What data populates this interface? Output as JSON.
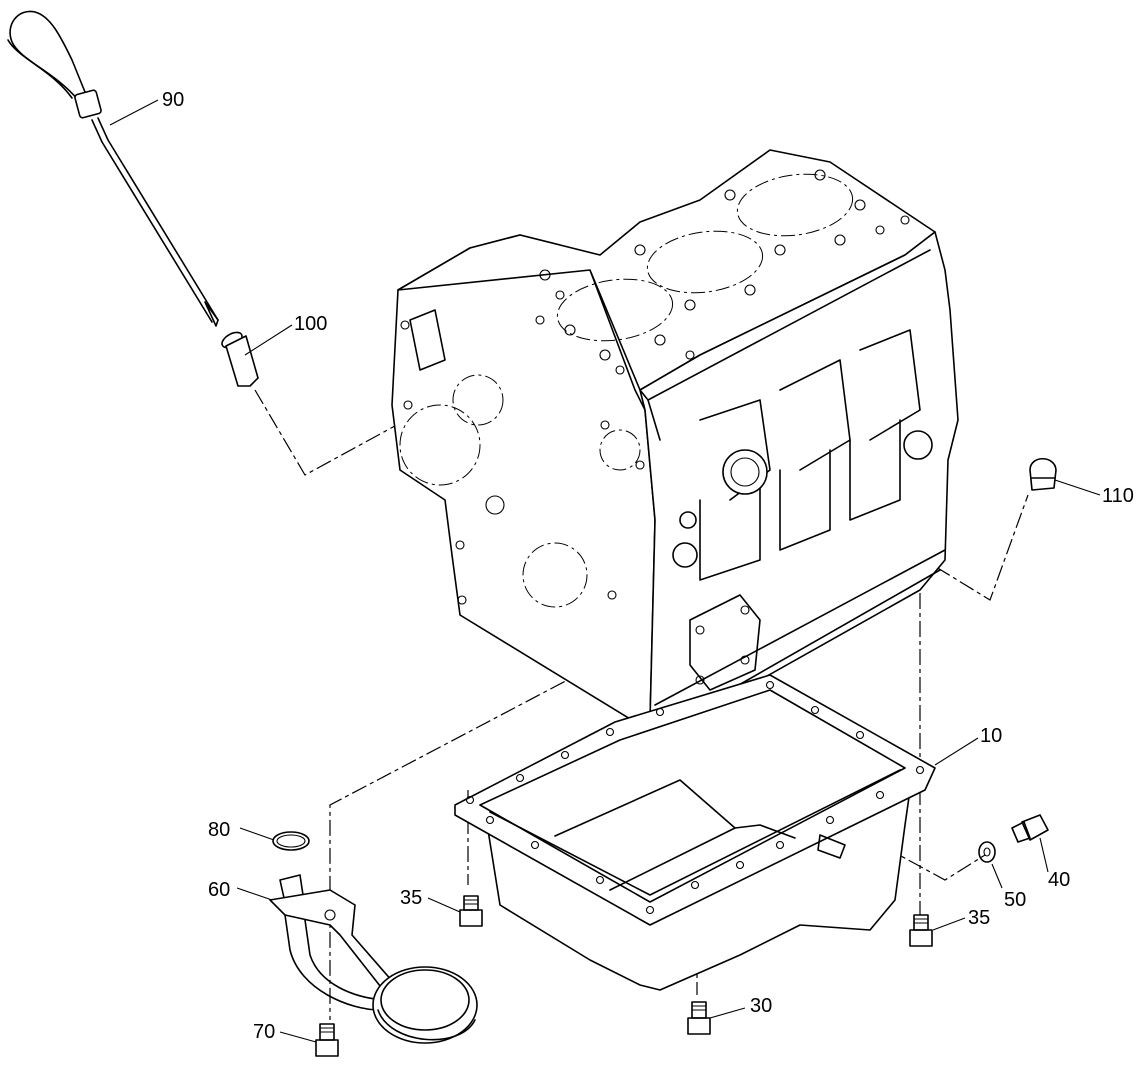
{
  "callouts": {
    "c90": "90",
    "c100": "100",
    "c110": "110",
    "c10": "10",
    "c80": "80",
    "c60": "60",
    "c35a": "35",
    "c35b": "35",
    "c40": "40",
    "c50": "50",
    "c30": "30",
    "c70": "70"
  },
  "parts": [
    {
      "id": "10",
      "name": "oil-pan"
    },
    {
      "id": "30",
      "name": "bolt"
    },
    {
      "id": "35",
      "name": "bolt"
    },
    {
      "id": "40",
      "name": "drain-plug"
    },
    {
      "id": "50",
      "name": "gasket-washer"
    },
    {
      "id": "60",
      "name": "oil-strainer"
    },
    {
      "id": "70",
      "name": "bolt"
    },
    {
      "id": "80",
      "name": "o-ring"
    },
    {
      "id": "90",
      "name": "oil-dipstick"
    },
    {
      "id": "100",
      "name": "dipstick-guide"
    },
    {
      "id": "110",
      "name": "plug"
    }
  ],
  "colors": {
    "line": "#000000",
    "background": "#ffffff"
  }
}
